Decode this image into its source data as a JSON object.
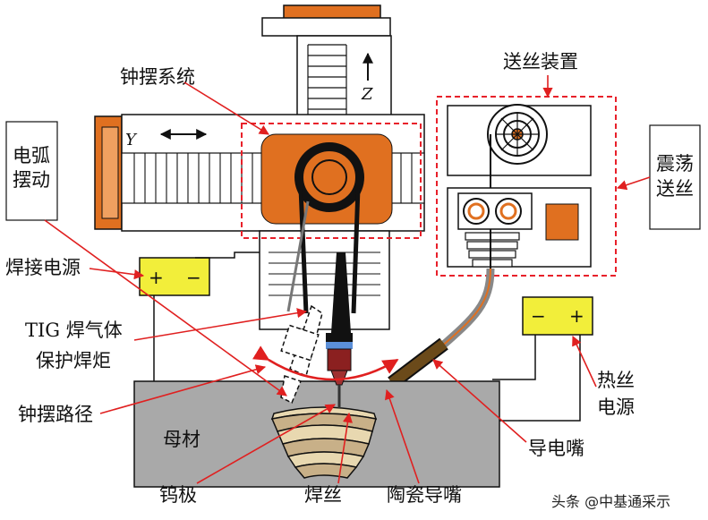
{
  "labels": {
    "pendulum_system": "钟摆系统",
    "wire_feeder": "送丝装置",
    "vibrating_feed_line1": "震荡",
    "vibrating_feed_line2": "送丝",
    "arc_swing_line1": "电弧",
    "arc_swing_line2": "摆动",
    "welding_power": "焊接电源",
    "tig_line1": "TIG 焊气体",
    "tig_line2": "保护焊炬",
    "pendulum_path": "钟摆路径",
    "base_metal": "母材",
    "tungsten": "钨极",
    "filler_wire": "焊丝",
    "ceramic_nozzle": "陶瓷导嘴",
    "contact_tip": "导电嘴",
    "hot_wire_power_line1": "热丝",
    "hot_wire_power_line2": "电源",
    "axis_y": "Y",
    "axis_z": "Z",
    "weld_power_plus": "+",
    "weld_power_minus": "−",
    "hot_power_minus": "−",
    "hot_power_plus": "+"
  },
  "watermark": "头条 @中基通采示",
  "colors": {
    "orange": "#E07020",
    "yellow": "#F2EE3A",
    "gray_block": "#A9A9A9",
    "red_dash": "#E8202A",
    "arrow_red": "#E02020"
  }
}
